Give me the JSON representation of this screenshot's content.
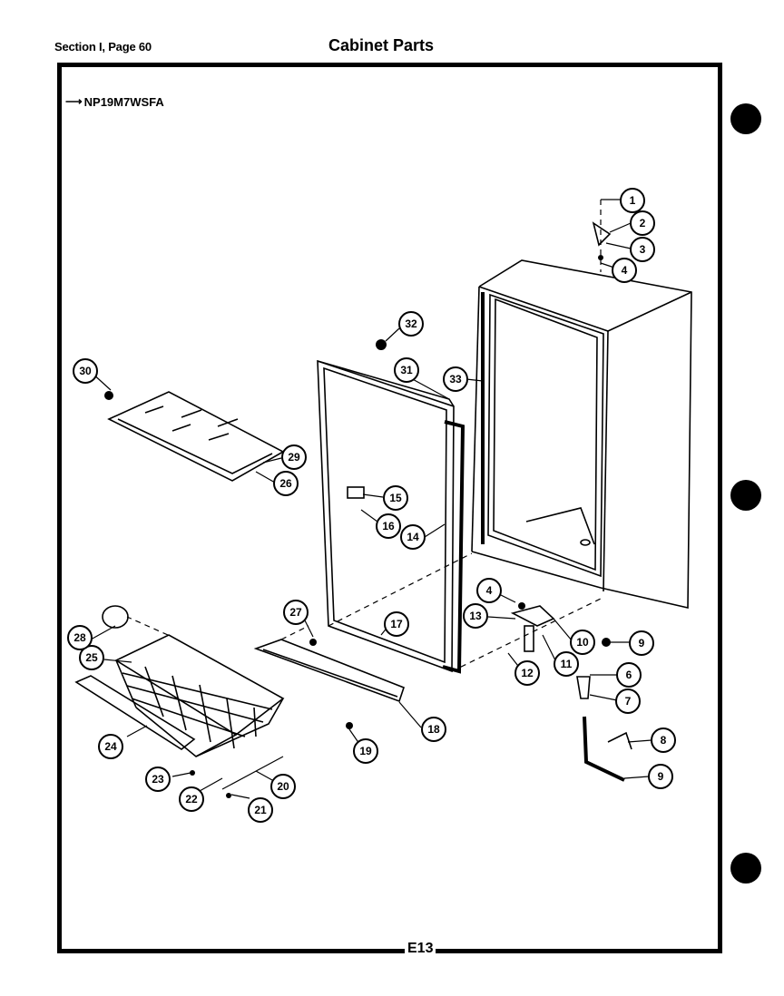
{
  "header": {
    "section": "Section I, Page 60",
    "title": "Cabinet Parts"
  },
  "model": "NP19M7WSFA",
  "footer": {
    "page_code": "E13"
  },
  "callouts": [
    "1",
    "2",
    "3",
    "4",
    "4",
    "6",
    "7",
    "8",
    "9",
    "10",
    "11",
    "12",
    "13",
    "14",
    "15",
    "16",
    "17",
    "18",
    "19",
    "20",
    "21",
    "22",
    "23",
    "24",
    "25",
    "26",
    "27",
    "28",
    "29",
    "30",
    "31",
    "32",
    "33",
    "9"
  ]
}
